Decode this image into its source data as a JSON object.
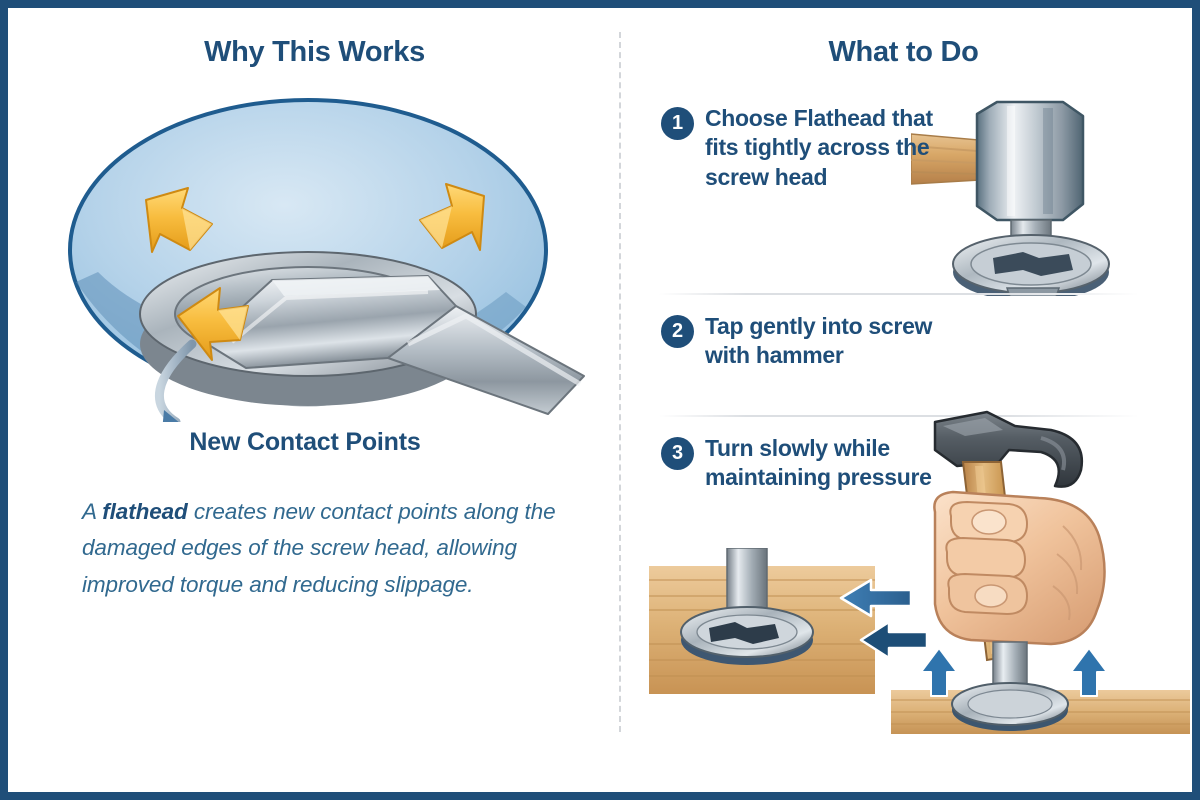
{
  "theme": {
    "frame_color": "#1f4e79",
    "heading_color": "#1f4e79",
    "body_text_color": "#31698f",
    "badge_color": "#1f4e79",
    "accent_arrow_yellow": "#f6b93b",
    "accent_arrow_blue": "#2f6fa8",
    "oval_background": "#b8d4ea",
    "wood_color": "#d8a86a",
    "metal_color": "#c8ced4"
  },
  "left_panel": {
    "title": "Why This Works",
    "illustration": {
      "name": "screw-head-with-flathead-closeup",
      "oval_background": true,
      "callout_arrows": [
        "contact-point-top-left",
        "contact-point-top-right",
        "contact-point-bottom-left"
      ],
      "leader_arrow": "curved-leader-to-caption"
    },
    "caption": "New Contact Points",
    "body_text_parts": {
      "lead": "A ",
      "emphasis": "flathead",
      "rest": " creates new contact points along the damaged edges of the screw head, allowing improved torque and reducing slippage."
    },
    "body_text": "A flathead creates new contact points along the damaged edges of the screw head, allowing improved torque and reducing slippage."
  },
  "right_panel": {
    "title": "What to Do",
    "steps": [
      {
        "number": "1",
        "text": "Choose Flathead that fits tightly across the screw head",
        "illustration": "hammer-head-striking-flathead-in-screw"
      },
      {
        "number": "2",
        "text": "Tap gently into screw with hammer",
        "illustration": "screw-head-in-wood-with-pressure-arrows"
      },
      {
        "number": "3",
        "text": "Turn slowly while maintaining pressure",
        "illustration": "hand-gripping-hammer-handle-over-screw"
      }
    ]
  }
}
